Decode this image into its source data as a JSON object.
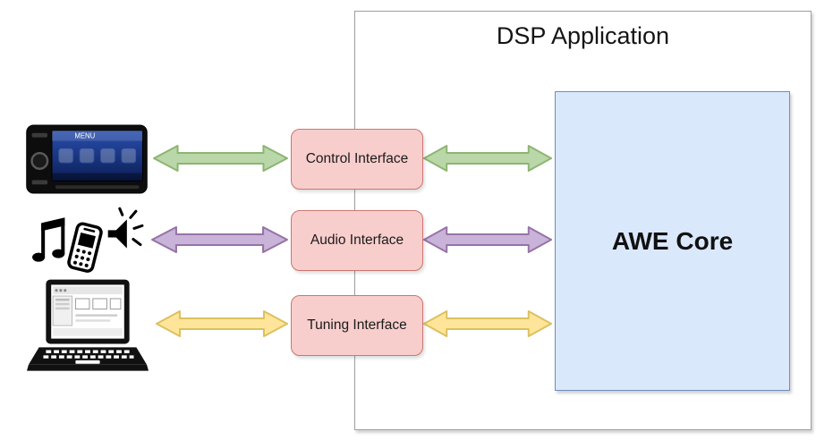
{
  "diagram": {
    "title": "DSP Application",
    "core": {
      "label": "AWE Core"
    },
    "interfaces": [
      {
        "label": "Control Interface"
      },
      {
        "label": "Audio Interface"
      },
      {
        "label": "Tuning Interface"
      }
    ],
    "icons": {
      "car_stereo_screen_text": "MENU"
    }
  },
  "colors": {
    "green_fill": "#b9d7a8",
    "green_stroke": "#8db572",
    "purple_fill": "#c9b3d8",
    "purple_stroke": "#9673a6",
    "yellow_fill": "#ffe599",
    "yellow_stroke": "#dcc05f",
    "interface_fill": "#f8cecc",
    "interface_stroke": "#c97771",
    "core_fill": "#dae8fc",
    "core_stroke": "#6c8ebf",
    "frame_stroke": "#9e9e9e"
  }
}
